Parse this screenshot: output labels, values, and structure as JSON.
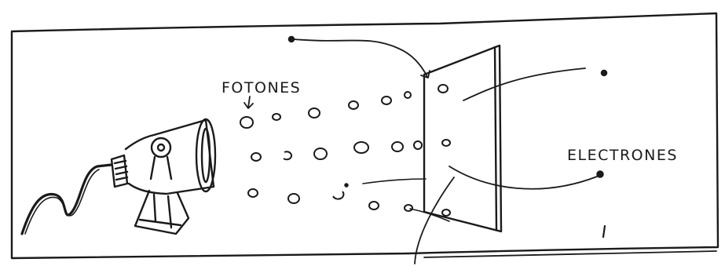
{
  "labels": {
    "photons": "FOTONES",
    "electrons": "ELECTRONES"
  },
  "icons": {
    "lamp": "spotlight-lamp-icon",
    "plate": "metal-plate"
  },
  "colors": {
    "ink": "#1a1a1a",
    "paper": "#ffffff"
  }
}
